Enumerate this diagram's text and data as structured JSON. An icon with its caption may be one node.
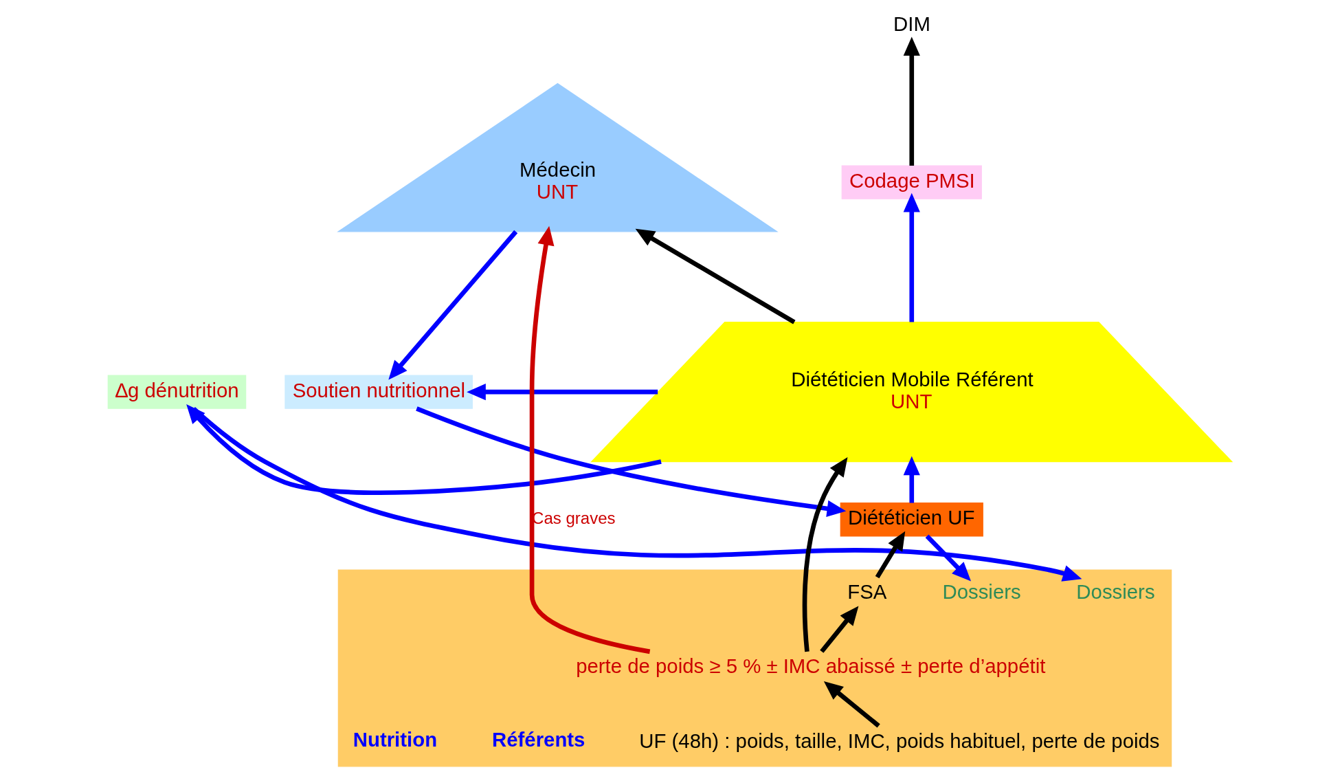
{
  "diagram": {
    "nodes": [
      {
        "text": [
          "DIM"
        ]
      },
      {
        "text": [
          "Codage PMSI"
        ]
      },
      {
        "text": [
          "Médecin",
          "UNT"
        ]
      },
      {
        "text": [
          "Diététicien Mobile Référent",
          "UNT"
        ]
      },
      {
        "text": [],
        "shape": "box"
      },
      {
        "text": [
          "∆g dénutrition"
        ]
      },
      {
        "text": [
          "Soutien nutritionnel"
        ]
      },
      {
        "text": [
          "Diététicien UF"
        ]
      },
      {
        "text": [
          "Dossiers"
        ],
        "in": 4
      },
      {
        "text": [
          "Dossiers"
        ],
        "in": 4
      },
      {
        "text": [
          "FSA"
        ],
        "in": 4
      },
      {
        "text": [
          "perte de poids ≥ 5 % ± IMC abaissé ± perte d’appétit"
        ],
        "in": 4
      },
      {
        "text": [
          "UF (48h) : poids, taille, IMC, poids habituel, perte de poids"
        ],
        "in": 4
      }
    ],
    "edges": [
      {
        "from": 1,
        "to": 0,
        "arrow": "to",
        "color": "#000000"
      },
      {
        "from": 3,
        "to": 1,
        "arrow": "to"
      },
      {
        "from": 3,
        "to": 5,
        "arrow": "to"
      },
      {
        "from": 3,
        "to": 6,
        "arrow": "to"
      },
      {
        "from": 2,
        "to": 6,
        "arrow": "to"
      },
      {
        "from": 6,
        "to": 7,
        "arrow": "to"
      },
      {
        "from": 7,
        "to": 9,
        "arrow": "to"
      },
      {
        "from": 5,
        "to": 8,
        "arrow": "to"
      },
      {
        "from": 7,
        "to": 3,
        "arrow": "to"
      },
      {
        "from": 3,
        "to": 2,
        "arrow": "to",
        "color": "#000000"
      },
      {
        "from": 11,
        "to": 3,
        "arrow": "to",
        "color": "#000000"
      },
      {
        "from": 11,
        "to": 10,
        "arrow": "to",
        "color": "#000000"
      },
      {
        "from": 10,
        "to": 7,
        "arrow": "to",
        "color": "#000000"
      },
      {
        "from": 11,
        "to": 2,
        "arrow": "to",
        "label": "Cas graves",
        "color": "#cc0000"
      },
      {
        "from": 12,
        "to": 11,
        "arrow": "to",
        "color": "#000000"
      }
    ],
    "labels": [
      "Référents",
      "Nutrition"
    ]
  }
}
